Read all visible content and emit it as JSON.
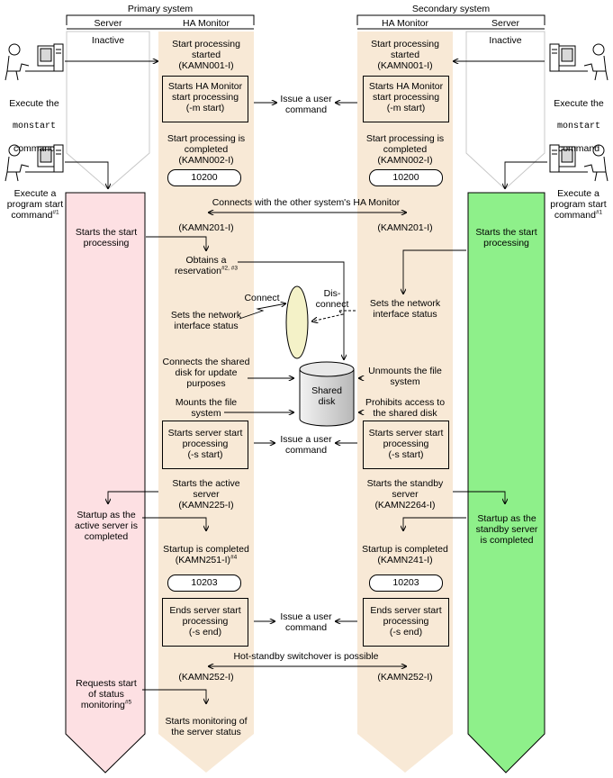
{
  "colors": {
    "ha_column": "#f8e9d6",
    "active_server": "#fde0e3",
    "standby_server": "#8ef08a",
    "disk_light": "#f2f2f2",
    "disk_dark": "#b8b8b8",
    "network_ellipse": "#f4f2c8"
  },
  "headers": {
    "primary": "Primary system",
    "secondary": "Secondary system",
    "server": "Server",
    "ha_monitor": "HA Monitor",
    "inactive": "Inactive"
  },
  "operators": {
    "monstart_line1": "Execute the",
    "monstart_cmd": "monstart",
    "monstart_line3": "command",
    "progstart": "Execute a\nprogram start\ncommand",
    "progstart_note": "#1"
  },
  "primary": {
    "start_started": "Start processing\nstarted\n(KAMN001-I)",
    "box1": "Starts HA Monitor\nstart processing\n(-m start)",
    "start_completed": "Start processing is\ncompleted\n(KAMN002-I)",
    "code1": "10200",
    "kamn201": "(KAMN201-I)",
    "reservation": "Obtains a\nreservation",
    "reservation_note": "#2, #3",
    "set_network": "Sets the network\ninterface status",
    "connect_label": "Connect",
    "connects_disk": "Connects the shared\ndisk for update\npurposes",
    "mounts": "Mounts the file\nsystem",
    "box2": "Starts server start\nprocessing\n(-s start)",
    "starts_active": "Starts the active\nserver\n(KAMN225-I)",
    "startup_completed": "Startup is completed",
    "kamn251": "(KAMN251-I)",
    "kamn251_note": "#4",
    "code2": "10203",
    "box3": "Ends server start\nprocessing\n(-s end)",
    "kamn252": "(KAMN252-I)",
    "monitoring": "Starts monitoring of\nthe server status"
  },
  "active_server": {
    "starts_start": "Starts the start\nprocessing",
    "startup_active": "Startup as the\nactive server is\ncompleted",
    "requests": "Requests start\nof status\nmonitoring",
    "requests_note": "#5"
  },
  "center": {
    "issue_user_command": "Issue a user\ncommand",
    "connects_other": "Connects with the other system's HA Monitor",
    "shared_disk": "Shared\ndisk",
    "disconnect_label": "Dis-\nconnect",
    "hot_standby": "Hot-standby switchover is possible"
  },
  "secondary": {
    "start_started": "Start processing\nstarted\n(KAMN001-I)",
    "box1": "Starts HA Monitor\nstart processing\n(-m start)",
    "start_completed": "Start processing is\ncompleted\n(KAMN002-I)",
    "code1": "10200",
    "kamn201": "(KAMN201-I)",
    "set_network": "Sets the network\ninterface status",
    "unmounts": "Unmounts the file\nsystem",
    "prohibits": "Prohibits access to\nthe shared disk",
    "box2": "Starts server start\nprocessing\n(-s start)",
    "starts_standby": "Starts the standby\nserver\n(KAMN2264-I)",
    "startup_completed": "Startup is completed\n(KAMN241-I)",
    "code2": "10203",
    "box3": "Ends server start\nprocessing\n(-s end)",
    "kamn252": "(KAMN252-I)"
  },
  "standby_server": {
    "starts_start": "Starts the start\nprocessing",
    "startup_standby": "Startup as the\nstandby server\nis completed"
  }
}
